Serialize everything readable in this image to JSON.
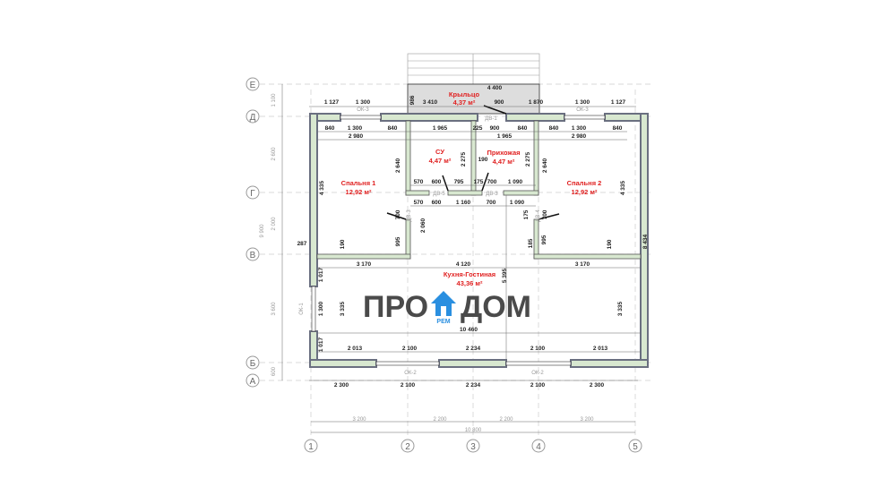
{
  "logo": {
    "left": "ПРО",
    "right": "ДОМ",
    "sub": "РЕМ",
    "brand_color": "#2a8fe0"
  },
  "axes": {
    "rows": [
      "Е",
      "Д",
      "Г",
      "В",
      "Б",
      "А"
    ],
    "cols": [
      "1",
      "2",
      "3",
      "4",
      "5"
    ]
  },
  "rooms": {
    "porch": {
      "name": "Крыльцо",
      "area": "4,37 м²"
    },
    "wc": {
      "name": "СУ",
      "area": "4,47 м²"
    },
    "hall": {
      "name": "Прихожая",
      "area": "4,47 м²"
    },
    "bed1": {
      "name": "Спальня 1",
      "area": "12,92 м²"
    },
    "bed2": {
      "name": "Спальня 2",
      "area": "12,92 м²"
    },
    "kitchen": {
      "name": "Кухня-Гостиная",
      "area": "43,36 м²"
    }
  },
  "marks": {
    "ok3a": "ОК-3",
    "ok3b": "ОК-3",
    "dv1": "ДВ-1",
    "dv5": "ДВ-5",
    "dv3a": "ДВ-3",
    "dv3b": "ДВ-3",
    "dv4": "ДВ-4",
    "ok1": "ОК-1",
    "ok2a": "ОК-2",
    "ok2b": "ОК-2"
  },
  "dims": {
    "porch_w": "4 400",
    "porch_d": "986",
    "top": [
      "1 127",
      "1 300",
      "3 410",
      "900",
      "1 870",
      "1 300",
      "1 127"
    ],
    "r1": [
      "840",
      "1 300",
      "840",
      "1 965",
      "225",
      "900",
      "840",
      "840",
      "1 300",
      "840"
    ],
    "r2": [
      "2 980",
      "1 965",
      "2 980"
    ],
    "r3": [
      "570",
      "600",
      "795",
      "175",
      "700",
      "1 090"
    ],
    "r4": [
      "570",
      "600",
      "1 160",
      "700",
      "1 090"
    ],
    "v": [
      "2 640",
      "2 275",
      "190",
      "2 275",
      "2 640",
      "4 335",
      "4 335",
      "700",
      "995",
      "2 060",
      "175",
      "700",
      "185",
      "995",
      "190",
      "190",
      "287",
      "8 434"
    ],
    "r5": [
      "3 170",
      "4 120",
      "3 170"
    ],
    "k": [
      "5 395",
      "1 017",
      "1 300",
      "1 017",
      "3 335",
      "3 335",
      "10 460"
    ],
    "r6": [
      "2 013",
      "2 100",
      "2 234",
      "2 100",
      "2 013"
    ],
    "r7": [
      "2 300",
      "2 100",
      "2 234",
      "2 100",
      "2 300"
    ],
    "r8": [
      "3 200",
      "2 200",
      "2 200",
      "3 200"
    ],
    "total": "10 800",
    "left": [
      "1 100",
      "2 600",
      "2 000",
      "9 900",
      "3 600",
      "600"
    ]
  }
}
